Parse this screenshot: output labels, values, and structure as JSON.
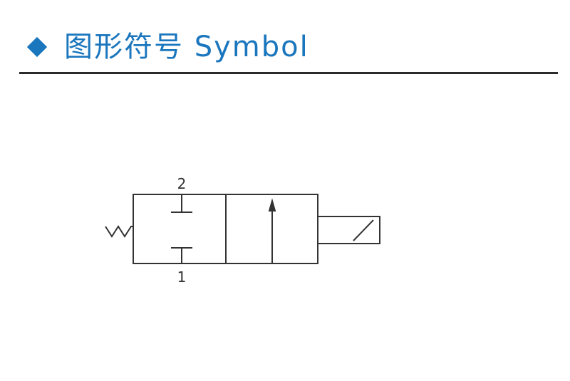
{
  "header": {
    "icon": "diamond-icon",
    "title": "图形符号 Symbol",
    "accent_color": "#1a76bd"
  },
  "diagram": {
    "type": "2/2-way solenoid valve symbol",
    "ports": [
      {
        "label": "2"
      },
      {
        "label": "1"
      }
    ],
    "line_color": "#333333"
  }
}
